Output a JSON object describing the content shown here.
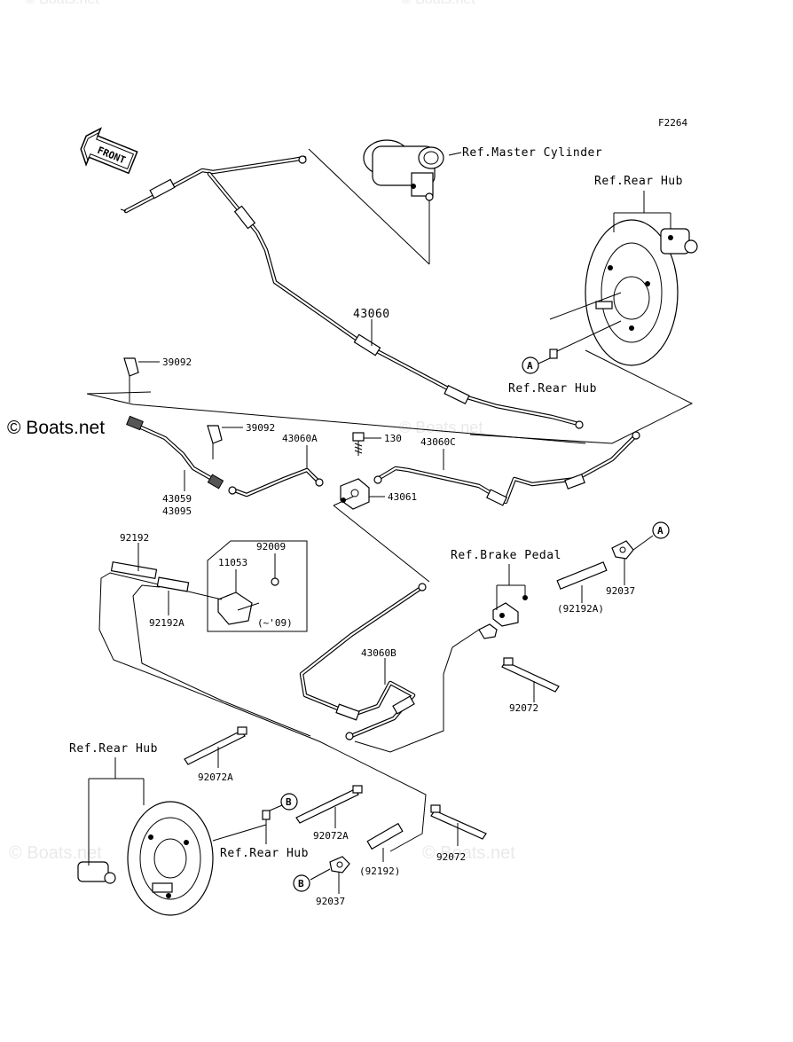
{
  "diagram": {
    "code": "F2264",
    "watermark": "© Boats.net",
    "front_label": "FRONT",
    "labels": {
      "master_cylinder": "Ref.Master Cylinder",
      "rear_hub_top": "Ref.Rear Hub",
      "rear_hub_mid": "Ref.Rear Hub",
      "brake_pedal": "Ref.Brake Pedal",
      "rear_hub_bottom_left": "Ref.Rear Hub",
      "rear_hub_bottom": "Ref.Rear Hub"
    },
    "parts": {
      "p43060": "43060",
      "p39092_top": "39092",
      "p39092_mid": "39092",
      "p43060A": "43060A",
      "p130": "130",
      "p43060C": "43060C",
      "p43059": "43059",
      "p43095": "43095",
      "p43061": "43061",
      "p92192": "92192",
      "p92009": "92009",
      "p11053": "11053",
      "p92192A": "92192A",
      "p_year_note": "(~'09)",
      "p92037_top": "92037",
      "p92192A_paren": "(92192A)",
      "p43060B": "43060B",
      "p92072_top": "92072",
      "p92072A_left": "92072A",
      "p92072A_mid": "92072A",
      "p92072_bottom": "92072",
      "p92192_paren": "(92192)",
      "p92037_bottom": "92037"
    },
    "callouts": {
      "a_marker": "A",
      "a_marker2": "A",
      "b_marker": "B",
      "b_marker2": "B"
    }
  }
}
